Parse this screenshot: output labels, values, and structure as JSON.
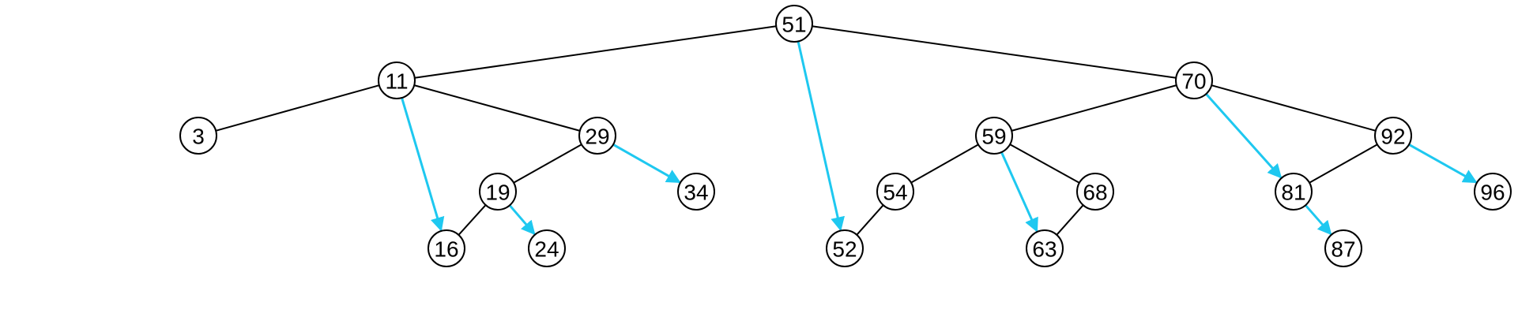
{
  "colors": {
    "edge": "#000000",
    "thread": "#1ec8f0",
    "node_fill": "#ffffff",
    "node_stroke": "#000000"
  },
  "tree": {
    "nodes": [
      {
        "id": "n51",
        "label": "51"
      },
      {
        "id": "n11",
        "label": "11"
      },
      {
        "id": "n70",
        "label": "70"
      },
      {
        "id": "n3",
        "label": "3"
      },
      {
        "id": "n29",
        "label": "29"
      },
      {
        "id": "n19",
        "label": "19"
      },
      {
        "id": "n34",
        "label": "34"
      },
      {
        "id": "n16",
        "label": "16"
      },
      {
        "id": "n24",
        "label": "24"
      },
      {
        "id": "n59",
        "label": "59"
      },
      {
        "id": "n92",
        "label": "92"
      },
      {
        "id": "n54",
        "label": "54"
      },
      {
        "id": "n68",
        "label": "68"
      },
      {
        "id": "n52",
        "label": "52"
      },
      {
        "id": "n63",
        "label": "63"
      },
      {
        "id": "n81",
        "label": "81"
      },
      {
        "id": "n96",
        "label": "96"
      },
      {
        "id": "n87",
        "label": "87"
      }
    ],
    "edges": [
      {
        "from": "n51",
        "to": "n11"
      },
      {
        "from": "n51",
        "to": "n70"
      },
      {
        "from": "n11",
        "to": "n3"
      },
      {
        "from": "n11",
        "to": "n29"
      },
      {
        "from": "n29",
        "to": "n19"
      },
      {
        "from": "n19",
        "to": "n16"
      },
      {
        "from": "n70",
        "to": "n59"
      },
      {
        "from": "n70",
        "to": "n92"
      },
      {
        "from": "n59",
        "to": "n54"
      },
      {
        "from": "n59",
        "to": "n68"
      },
      {
        "from": "n54",
        "to": "n52"
      },
      {
        "from": "n68",
        "to": "n63"
      },
      {
        "from": "n92",
        "to": "n81"
      }
    ],
    "threads": [
      {
        "from": "n11",
        "to": "n16"
      },
      {
        "from": "n29",
        "to": "n34"
      },
      {
        "from": "n19",
        "to": "n24"
      },
      {
        "from": "n51",
        "to": "n52"
      },
      {
        "from": "n59",
        "to": "n63"
      },
      {
        "from": "n70",
        "to": "n81"
      },
      {
        "from": "n92",
        "to": "n96"
      },
      {
        "from": "n81",
        "to": "n87"
      }
    ]
  }
}
